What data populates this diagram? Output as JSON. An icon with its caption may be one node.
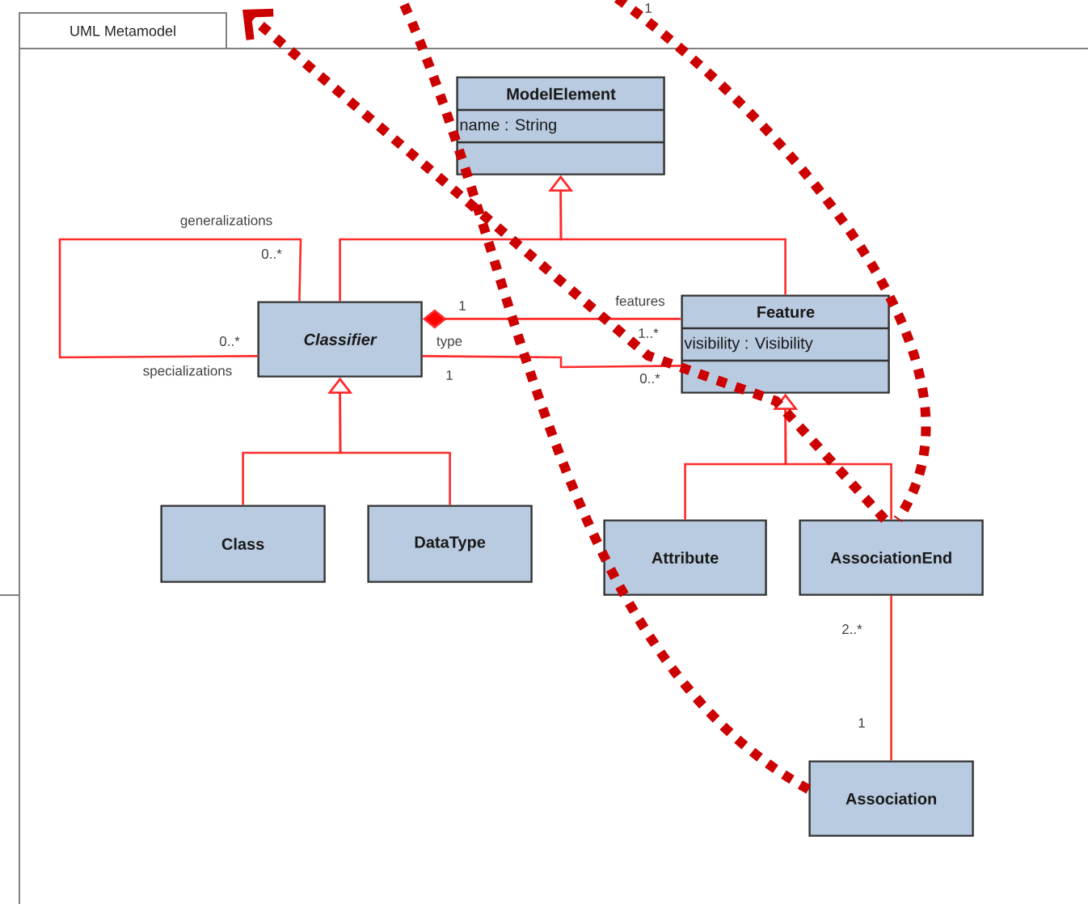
{
  "diagram": {
    "nodes": [
      {
        "text": [
          "UML Metamodel"
        ]
      },
      {
        "text": [
          "ModelElement",
          "name : String"
        ],
        "in": 0
      },
      {
        "text": [
          "Classifier"
        ],
        "in": 0
      },
      {
        "text": [
          "Feature",
          "visibility : Visibility"
        ],
        "in": 0
      },
      {
        "text": [
          "Class"
        ],
        "in": 0
      },
      {
        "text": [
          "DataType"
        ],
        "in": 0
      },
      {
        "text": [
          "Attribute"
        ],
        "in": 0
      },
      {
        "text": [
          "AssociationEnd"
        ],
        "in": 0
      },
      {
        "text": [
          "Association"
        ],
        "in": 0
      }
    ],
    "edges": [
      {
        "from": 2,
        "to": 1,
        "arrow": "to"
      },
      {
        "from": 3,
        "to": 1,
        "arrow": "to"
      },
      {
        "from": 4,
        "to": 2,
        "arrow": "to"
      },
      {
        "from": 5,
        "to": 2,
        "arrow": "to"
      },
      {
        "from": 6,
        "to": 3,
        "arrow": "to"
      },
      {
        "from": 7,
        "to": 3,
        "arrow": "to"
      },
      {
        "from": 2,
        "to": 2,
        "arrow": "none"
      },
      {
        "from": 2,
        "to": 3,
        "arrow": "other"
      },
      {
        "from": 2,
        "to": 3,
        "arrow": "none"
      },
      {
        "from": 7,
        "to": 8,
        "arrow": "none"
      },
      {
        "from": 7,
        "to": null,
        "arrow": "to",
        "style": "dashed",
        "color": "#cc0000"
      },
      {
        "from": null,
        "to": 8,
        "arrow": "none",
        "style": "dashed",
        "color": "#cc0000"
      },
      {
        "from": null,
        "to": 7,
        "arrow": "none",
        "style": "dashed",
        "color": "#cc0000"
      }
    ],
    "labels": [
      "1",
      "generalizations",
      "0..*",
      "0..*",
      "specializations",
      "1",
      "features",
      "type",
      "1..*",
      "1",
      "0..*",
      "2..*",
      "1"
    ]
  }
}
